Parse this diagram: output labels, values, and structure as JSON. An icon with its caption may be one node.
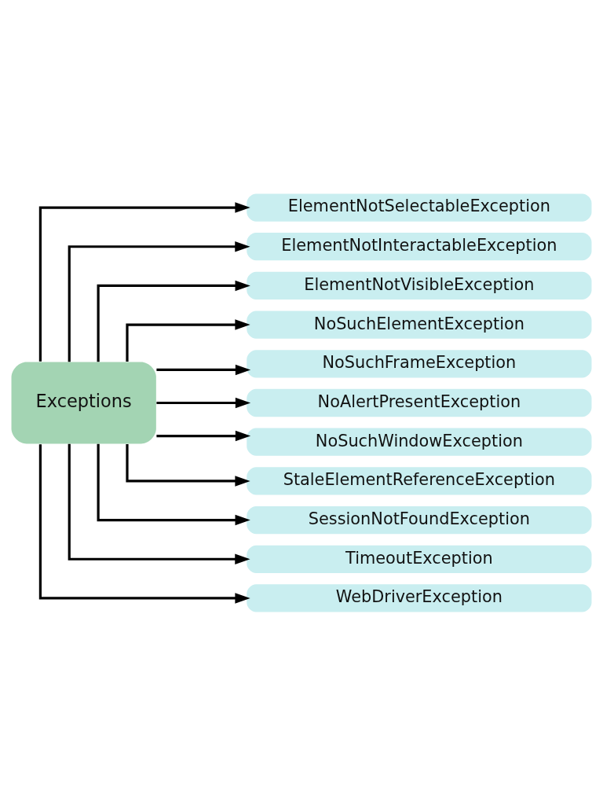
{
  "diagram": {
    "nodes": [
      {
        "text": [
          "Exceptions"
        ]
      },
      {
        "text": [
          "ElementNotSelectableException"
        ]
      },
      {
        "text": [
          "ElementNotInteractableException"
        ]
      },
      {
        "text": [
          "ElementNotVisibleException"
        ]
      },
      {
        "text": [
          "NoSuchElementException"
        ]
      },
      {
        "text": [
          "NoSuchFrameException"
        ]
      },
      {
        "text": [
          "NoAlertPresentException"
        ]
      },
      {
        "text": [
          "NoSuchWindowException"
        ]
      },
      {
        "text": [
          "StaleElementReferenceException"
        ]
      },
      {
        "text": [
          "SessionNotFoundException"
        ]
      },
      {
        "text": [
          "TimeoutException"
        ]
      },
      {
        "text": [
          "WebDriverException"
        ]
      }
    ],
    "edges": [
      {
        "from": 0,
        "to": 1,
        "arrow": "to"
      },
      {
        "from": 0,
        "to": 2,
        "arrow": "to"
      },
      {
        "from": 0,
        "to": 3,
        "arrow": "to"
      },
      {
        "from": 0,
        "to": 4,
        "arrow": "to"
      },
      {
        "from": 0,
        "to": 5,
        "arrow": "to"
      },
      {
        "from": 0,
        "to": 6,
        "arrow": "to"
      },
      {
        "from": 0,
        "to": 7,
        "arrow": "to"
      },
      {
        "from": 0,
        "to": 8,
        "arrow": "to"
      },
      {
        "from": 0,
        "to": 9,
        "arrow": "to"
      },
      {
        "from": 0,
        "to": 10,
        "arrow": "to"
      },
      {
        "from": 0,
        "to": 11,
        "arrow": "to"
      }
    ]
  }
}
